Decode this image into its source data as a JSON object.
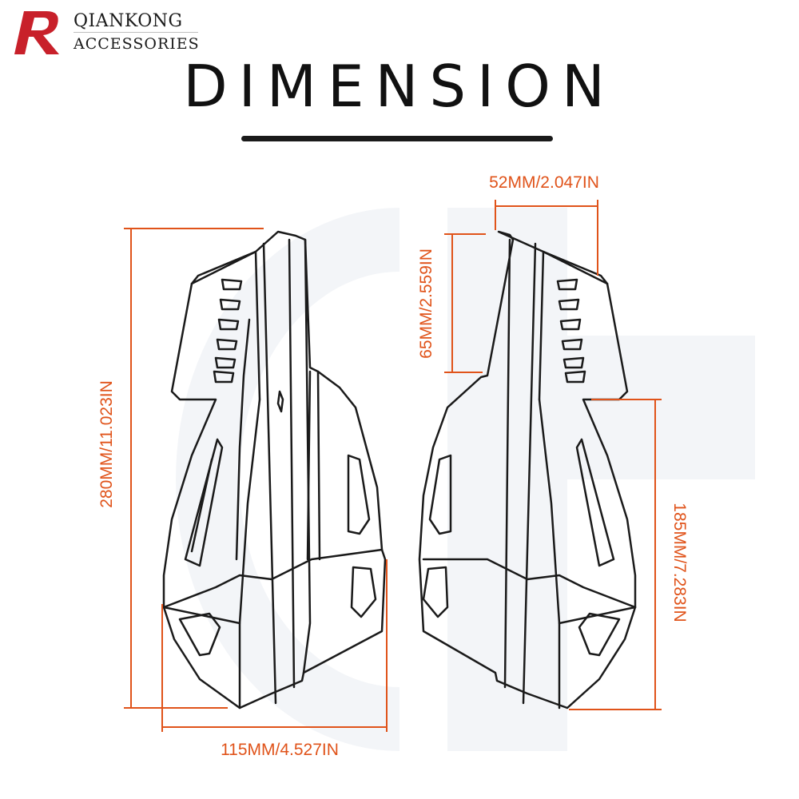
{
  "brand": {
    "logo_letter": "R",
    "name_line1": "QIANKONG",
    "name_line2": "ACCESSORIES",
    "accent_color": "#c8202a"
  },
  "title": "DIMENSION",
  "colors": {
    "dimension": "#e0531a",
    "outline": "#1a1a1a",
    "watermark": "#f3f5f8"
  },
  "dimensions": {
    "top_width": "52MM/2.047IN",
    "upper_height": "65MM/2.559IN",
    "total_height": "280MM/11.023IN",
    "lower_height": "185MM/7.283IN",
    "bottom_width": "115MM/4.527IN"
  }
}
